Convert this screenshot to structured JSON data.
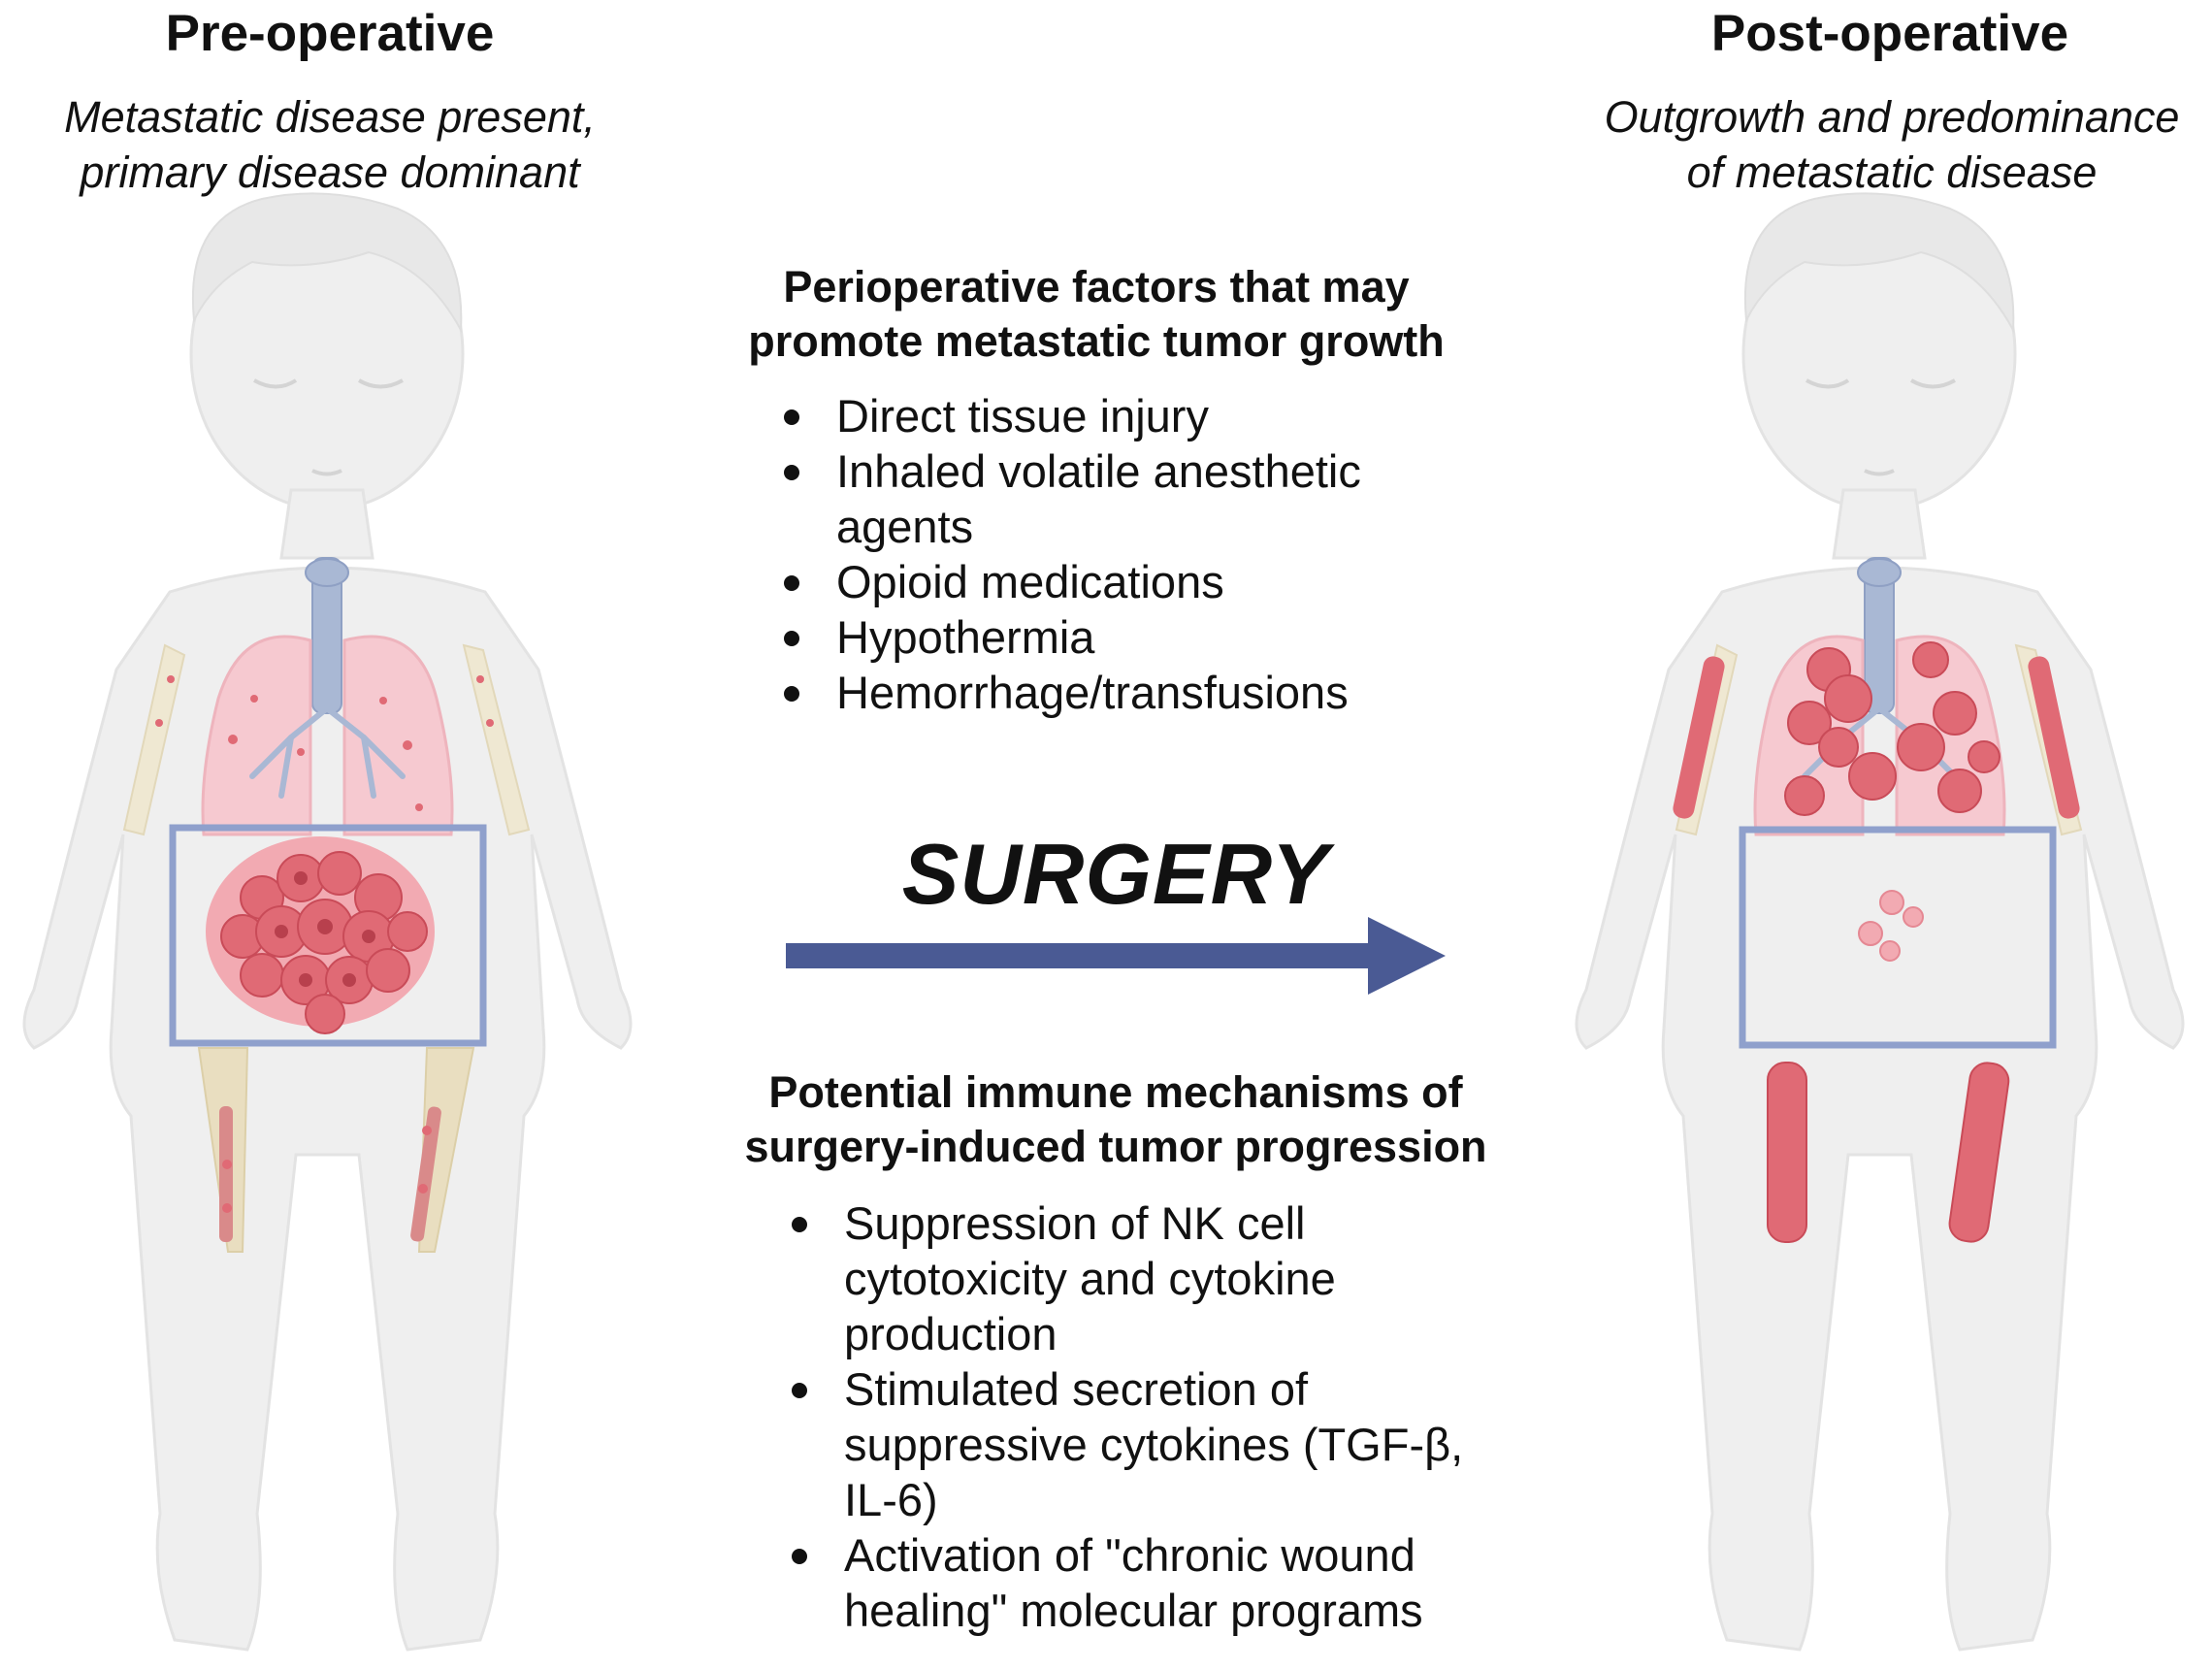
{
  "left_panel": {
    "title": "Pre-operative",
    "subtitle_line1": "Metastatic disease present,",
    "subtitle_line2": "primary disease dominant"
  },
  "right_panel": {
    "title": "Post-operative",
    "subtitle_line1": "Outgrowth and predominance",
    "subtitle_line2": "of metastatic disease"
  },
  "perioperative": {
    "title_line1": "Perioperative factors that may",
    "title_line2": "promote metastatic tumor growth",
    "items": [
      "Direct tissue injury",
      "Inhaled volatile anesthetic agents",
      "Opioid medications",
      "Hypothermia",
      "Hemorrhage/transfusions"
    ]
  },
  "surgery": {
    "label": "SURGERY"
  },
  "immune": {
    "title_line1": "Potential immune mechanisms of",
    "title_line2": "surgery-induced tumor progression",
    "items": [
      "Suppression of NK cell cytotoxicity and cytokine production",
      "Stimulated secretion of suppressive cytokines (TGF-β, IL-6)",
      "Activation of \"chronic wound healing\" molecular programs"
    ]
  },
  "colors": {
    "arrow": "#4a5a94",
    "box": "#8fa0cc",
    "tumor": "#e06a75",
    "lung": "#f6c9d0",
    "bone": "#efe8d2",
    "body": "#efefef",
    "trachea": "#a9b8d4"
  }
}
